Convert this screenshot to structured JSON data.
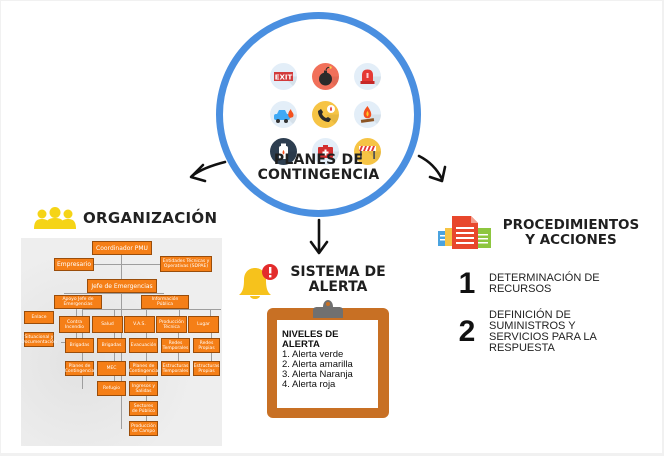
{
  "hub": {
    "title_line1": "PLANES DE",
    "title_line2": "CONTINGENCIA",
    "icons": [
      {
        "name": "exit-sign-icon",
        "label": "EXIT",
        "bg": "#e3eef8"
      },
      {
        "name": "bomb-icon",
        "bg": "#f1705a"
      },
      {
        "name": "siren-icon",
        "bg": "#e3eef8"
      },
      {
        "name": "car-fire-icon",
        "bg": "#e3eef8"
      },
      {
        "name": "emergency-call-icon",
        "bg": "#f6c445"
      },
      {
        "name": "campfire-icon",
        "bg": "#e3eef8"
      },
      {
        "name": "gas-tank-icon",
        "bg": "#2d3e50"
      },
      {
        "name": "first-aid-kit-icon",
        "bg": "#e3eef8"
      },
      {
        "name": "barrier-icon",
        "bg": "#f6c445"
      }
    ]
  },
  "organization": {
    "title": "ORGANIZACIÓN",
    "nodes": {
      "coordinador": "Coordinador PMU",
      "empresario": "Empresario",
      "entidades": "Entidades Técnicas y Operativas (SDPAE)",
      "jefe": "Jefe de Emergencias",
      "apoyo": "Apoyo Jefe de Emergencias",
      "informacion": "Información Pública",
      "enlace": "Enlace",
      "situacional": "Situacional y Documentación",
      "contra_incendio": "Contra Incendio",
      "salud": "Salud",
      "vas": "V.A.S.",
      "produccion_tecnica": "Producción Técnica",
      "lugar": "Lugar",
      "brigadas_ci": "Brigadas",
      "planes_ci": "Planes de Contingencia",
      "brigadas_salud": "Brigadas",
      "mec": "MEC",
      "refugio": "Refugio",
      "evacuacion": "Evacuación",
      "planes_vas": "Planes de Contingencia",
      "ingresos": "Ingresos y Salidas",
      "sectores": "Sectores de Público",
      "produccion_campo": "Producción de Campo",
      "redes_temporales": "Redes Temporales",
      "estructuras_temporales": "Estructuras Temporales",
      "redes_propias": "Redes Propias",
      "estructuras_propias": "Estructuras Propias"
    }
  },
  "alert": {
    "title_line1": "SISTEMA DE",
    "title_line2": "ALERTA",
    "heading_line1": "NIVELES DE",
    "heading_line2": "ALERTA",
    "levels": [
      "1. Alerta verde",
      "2. Alerta amarilla",
      "3. Alerta Naranja",
      "4. Alerta roja"
    ]
  },
  "procedures": {
    "title_line1": "PROCEDIMIENTOS",
    "title_line2": "Y ACCIONES",
    "steps": [
      {
        "number": "1",
        "lines": [
          "DETERMINACIÓN DE",
          "RECURSOS"
        ]
      },
      {
        "number": "2",
        "lines": [
          "DEFINICIÓN DE",
          "SUMINISTROS Y",
          "SERVICIOS PARA LA",
          "RESPUESTA"
        ]
      }
    ]
  },
  "colors": {
    "hub_ring": "#4a8fe0",
    "org_node": "#f57f17",
    "clipboard": "#c87024",
    "people_icon": "#f5d416"
  }
}
